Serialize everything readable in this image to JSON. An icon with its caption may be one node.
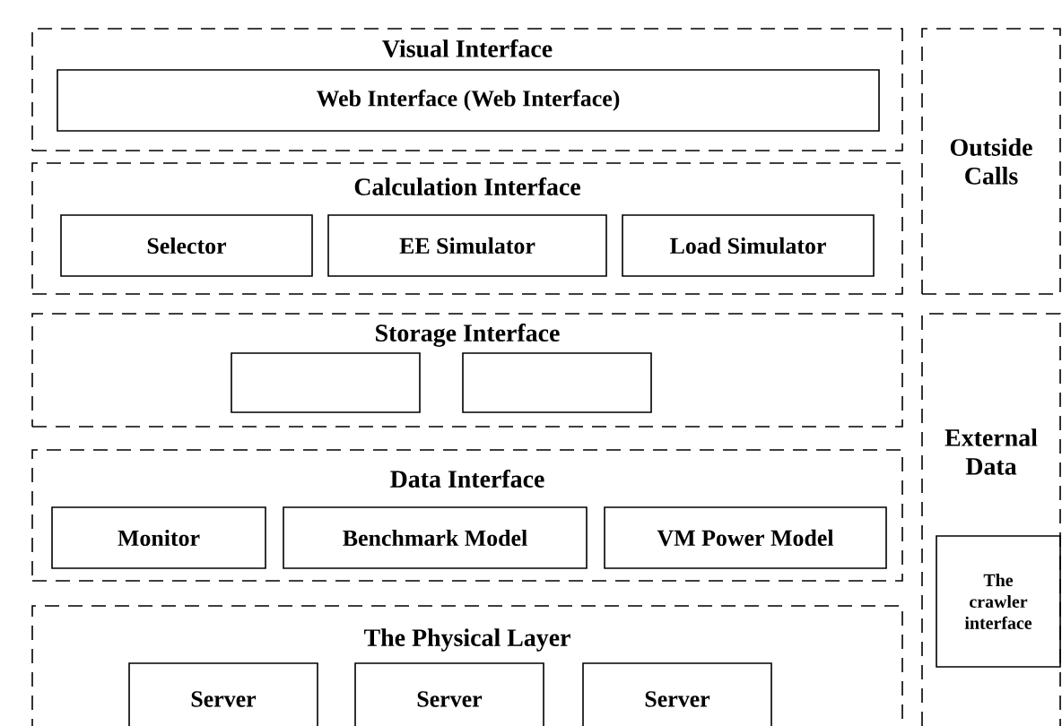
{
  "diagram": {
    "nodes": [
      {
        "text": [
          "Visual Interface"
        ]
      },
      {
        "text": [
          "Web Interface (Web Interface)"
        ],
        "in": 0
      },
      {
        "text": [
          "Calculation Interface"
        ]
      },
      {
        "text": [
          "Selector"
        ],
        "in": 2
      },
      {
        "text": [
          "EE Simulator"
        ],
        "in": 2
      },
      {
        "text": [
          "Load Simulator"
        ],
        "in": 2
      },
      {
        "text": [
          "Outside Calls"
        ]
      },
      {
        "text": [
          "Storage Interface"
        ]
      },
      {
        "text": [],
        "shape": "box",
        "in": 7
      },
      {
        "text": [],
        "shape": "box",
        "in": 7
      },
      {
        "text": [
          "Data Interface"
        ]
      },
      {
        "text": [
          "Monitor"
        ],
        "in": 10
      },
      {
        "text": [
          "Benchmark Model"
        ],
        "in": 10
      },
      {
        "text": [
          "VM Power Model"
        ],
        "in": 10
      },
      {
        "text": [
          "The Physical Layer"
        ]
      },
      {
        "text": [
          "Server"
        ],
        "in": 14
      },
      {
        "text": [
          "Server"
        ],
        "in": 14
      },
      {
        "text": [
          "Server"
        ],
        "in": 14
      },
      {
        "text": [
          "External Data"
        ]
      },
      {
        "text": [
          "The crawler interface"
        ],
        "in": 18
      }
    ]
  }
}
